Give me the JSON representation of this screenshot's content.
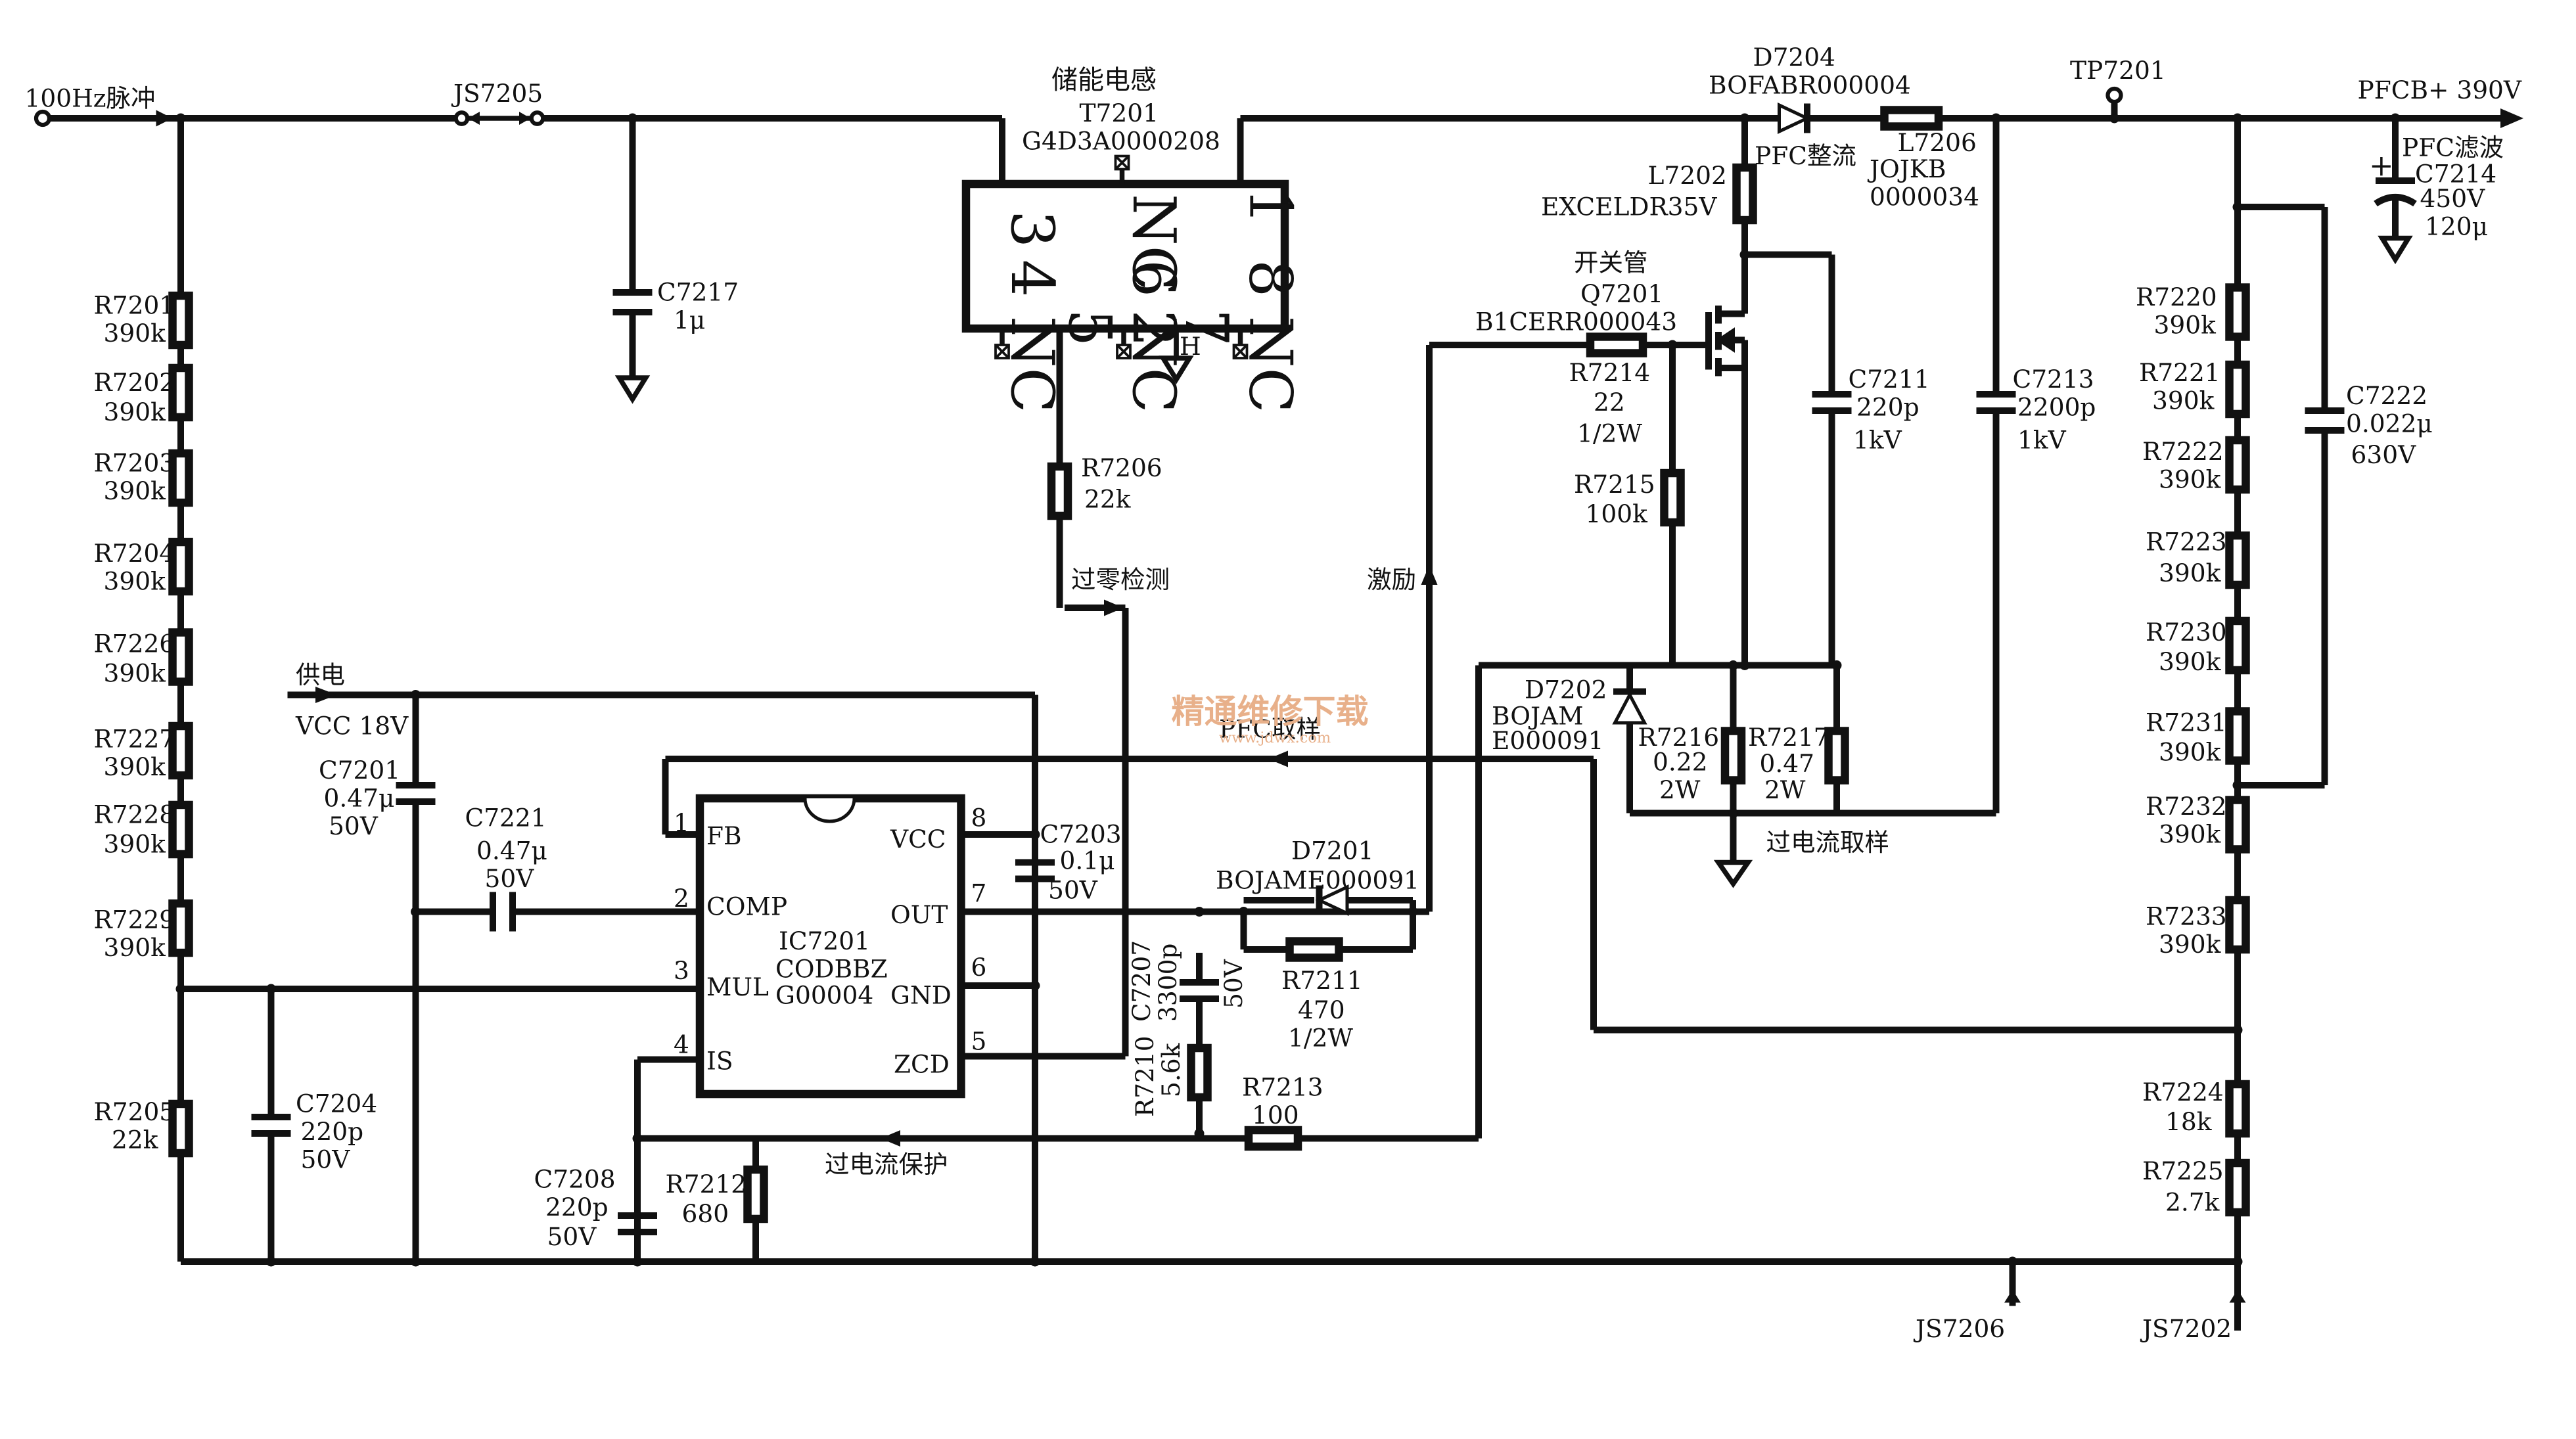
{
  "nets": {
    "in_pulse": "100Hz脉冲",
    "tp": "TP7201",
    "pfcb": "PFCB+ 390V",
    "supply": "供电",
    "vcc": "VCC 18V",
    "js7205": "JS7205",
    "js7206": "JS7206",
    "js7202": "JS7202"
  },
  "annotations": {
    "storage_inductor": "储能电感",
    "pfc_rect": "PFC整流",
    "pfc_filter": "PFC滤波",
    "switch_tube": "开关管",
    "zero_detect": "过零检测",
    "excite": "激励",
    "pfc_sample": "PFC取样",
    "oc_sample": "过电流取样",
    "oc_protect": "过电流保护"
  },
  "watermark": {
    "line1": "精通维修下载",
    "line2": "www.jdwx.com"
  },
  "transformer": {
    "ref": "T7201",
    "part": "G4D3A0000208",
    "pins": [
      "3",
      "4 NC",
      "5",
      "6 NC",
      "NC 2",
      "7",
      "8 NC",
      "1"
    ],
    "gnd_mark": "H"
  },
  "ic": {
    "ref": "IC7201",
    "part1": "CODBBZ",
    "part2": "G00004",
    "pins_left": [
      {
        "n": "1",
        "name": "FB"
      },
      {
        "n": "2",
        "name": "COMP"
      },
      {
        "n": "3",
        "name": "MUL"
      },
      {
        "n": "4",
        "name": "IS"
      }
    ],
    "pins_right": [
      {
        "n": "8",
        "name": "VCC"
      },
      {
        "n": "7",
        "name": "OUT"
      },
      {
        "n": "6",
        "name": "GND"
      },
      {
        "n": "5",
        "name": "ZCD"
      }
    ]
  },
  "resistors": {
    "r7201": {
      "ref": "R7201",
      "val": "390k"
    },
    "r7202": {
      "ref": "R7202",
      "val": "390k"
    },
    "r7203": {
      "ref": "R7203",
      "val": "390k"
    },
    "r7204": {
      "ref": "R7204",
      "val": "390k"
    },
    "r7226": {
      "ref": "R7226",
      "val": "390k"
    },
    "r7227": {
      "ref": "R7227",
      "val": "390k"
    },
    "r7228": {
      "ref": "R7228",
      "val": "390k"
    },
    "r7229": {
      "ref": "R7229",
      "val": "390k"
    },
    "r7205": {
      "ref": "R7205",
      "val": "22k"
    },
    "r7206": {
      "ref": "R7206",
      "val": "22k"
    },
    "r7210": {
      "ref": "R7210",
      "val": "5.6k"
    },
    "r7211": {
      "ref": "R7211",
      "val": "470",
      "val2": "1/2W"
    },
    "r7212": {
      "ref": "R7212",
      "val": "680"
    },
    "r7213": {
      "ref": "R7213",
      "val": "100"
    },
    "r7214": {
      "ref": "R7214",
      "val": "22",
      "val2": "1/2W"
    },
    "r7215": {
      "ref": "R7215",
      "val": "100k"
    },
    "r7216": {
      "ref": "R7216",
      "val": "0.22",
      "val2": "2W"
    },
    "r7217": {
      "ref": "R7217",
      "val": "0.47",
      "val2": "2W"
    },
    "r7220": {
      "ref": "R7220",
      "val": "390k"
    },
    "r7221": {
      "ref": "R7221",
      "val": "390k"
    },
    "r7222": {
      "ref": "R7222",
      "val": "390k"
    },
    "r7223": {
      "ref": "R7223",
      "val": "390k"
    },
    "r7230": {
      "ref": "R7230",
      "val": "390k"
    },
    "r7231": {
      "ref": "R7231",
      "val": "390k"
    },
    "r7232": {
      "ref": "R7232",
      "val": "390k"
    },
    "r7233": {
      "ref": "R7233",
      "val": "390k"
    },
    "r7224": {
      "ref": "R7224",
      "val": "18k"
    },
    "r7225": {
      "ref": "R7225",
      "val": "2.7k"
    }
  },
  "capacitors": {
    "c7217": {
      "ref": "C7217",
      "val": "1μ"
    },
    "c7201": {
      "ref": "C7201",
      "val": "0.47μ",
      "v": "50V"
    },
    "c7221": {
      "ref": "C7221",
      "val": "0.47μ",
      "v": "50V"
    },
    "c7204": {
      "ref": "C7204",
      "val": "220p",
      "v": "50V"
    },
    "c7208": {
      "ref": "C7208",
      "val": "220p",
      "v": "50V"
    },
    "c7203": {
      "ref": "C7203",
      "val": "0.1μ",
      "v": "50V"
    },
    "c7207": {
      "ref": "C7207",
      "val": "3300p",
      "v": "50V"
    },
    "c7211": {
      "ref": "C7211",
      "val": "220p",
      "v": "1kV"
    },
    "c7213": {
      "ref": "C7213",
      "val": "2200p",
      "v": "1kV"
    },
    "c7222": {
      "ref": "C7222",
      "val": "0.022μ",
      "v": "630V"
    },
    "c7214": {
      "ref": "C7214",
      "val": "450V",
      "v": "120μ"
    }
  },
  "diodes": {
    "d7204": {
      "ref": "D7204",
      "part": "BOFABR000004"
    },
    "d7201": {
      "ref": "D7201",
      "part": "BOJAME000091"
    },
    "d7202": {
      "ref": "D7202",
      "part1": "BOJAM",
      "part2": "E000091"
    }
  },
  "inductors": {
    "l7202": {
      "ref": "L7202",
      "part": "EXCELDR35V"
    },
    "l7206": {
      "ref": "L7206",
      "part1": "JOJKB",
      "part2": "0000034"
    }
  },
  "mosfet": {
    "ref": "Q7201",
    "part": "B1CERR000043"
  }
}
